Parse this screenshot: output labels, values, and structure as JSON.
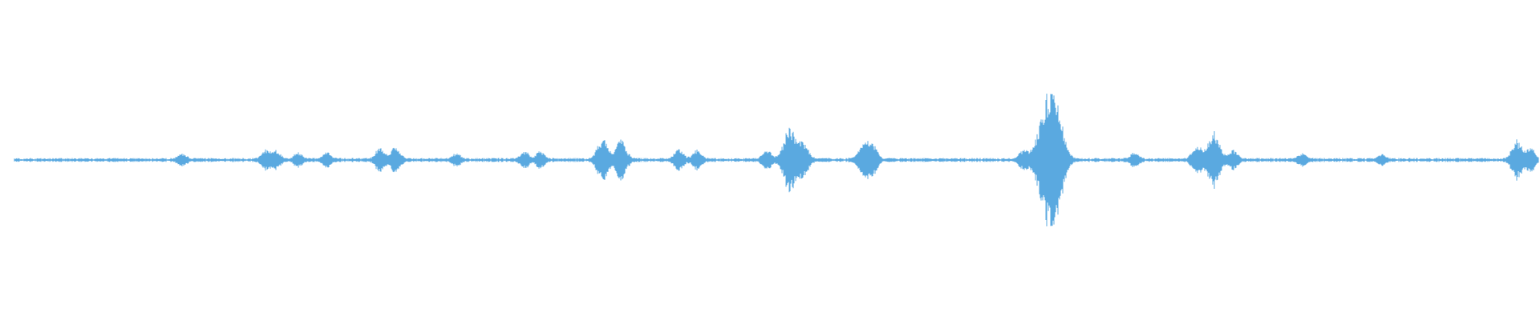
{
  "waveform": {
    "color": "#5aa9e0",
    "background": "#ffffff",
    "bursts": [
      {
        "t": 0.11,
        "amp": 0.06
      },
      {
        "t": 0.165,
        "amp": 0.1
      },
      {
        "t": 0.172,
        "amp": 0.09
      },
      {
        "t": 0.186,
        "amp": 0.07
      },
      {
        "t": 0.205,
        "amp": 0.07
      },
      {
        "t": 0.24,
        "amp": 0.12
      },
      {
        "t": 0.25,
        "amp": 0.13
      },
      {
        "t": 0.29,
        "amp": 0.06
      },
      {
        "t": 0.335,
        "amp": 0.08
      },
      {
        "t": 0.345,
        "amp": 0.09
      },
      {
        "t": 0.386,
        "amp": 0.22
      },
      {
        "t": 0.398,
        "amp": 0.2
      },
      {
        "t": 0.436,
        "amp": 0.11
      },
      {
        "t": 0.448,
        "amp": 0.1
      },
      {
        "t": 0.494,
        "amp": 0.1
      },
      {
        "t": 0.509,
        "amp": 0.34
      },
      {
        "t": 0.518,
        "amp": 0.16
      },
      {
        "t": 0.557,
        "amp": 0.17
      },
      {
        "t": 0.563,
        "amp": 0.15
      },
      {
        "t": 0.662,
        "amp": 0.1
      },
      {
        "t": 0.677,
        "amp": 0.55
      },
      {
        "t": 0.684,
        "amp": 0.45
      },
      {
        "t": 0.735,
        "amp": 0.07
      },
      {
        "t": 0.776,
        "amp": 0.15
      },
      {
        "t": 0.787,
        "amp": 0.29
      },
      {
        "t": 0.8,
        "amp": 0.1
      },
      {
        "t": 0.845,
        "amp": 0.06
      },
      {
        "t": 0.897,
        "amp": 0.05
      },
      {
        "t": 0.986,
        "amp": 0.2
      },
      {
        "t": 0.995,
        "amp": 0.12
      }
    ],
    "noise_amp": 0.015
  }
}
